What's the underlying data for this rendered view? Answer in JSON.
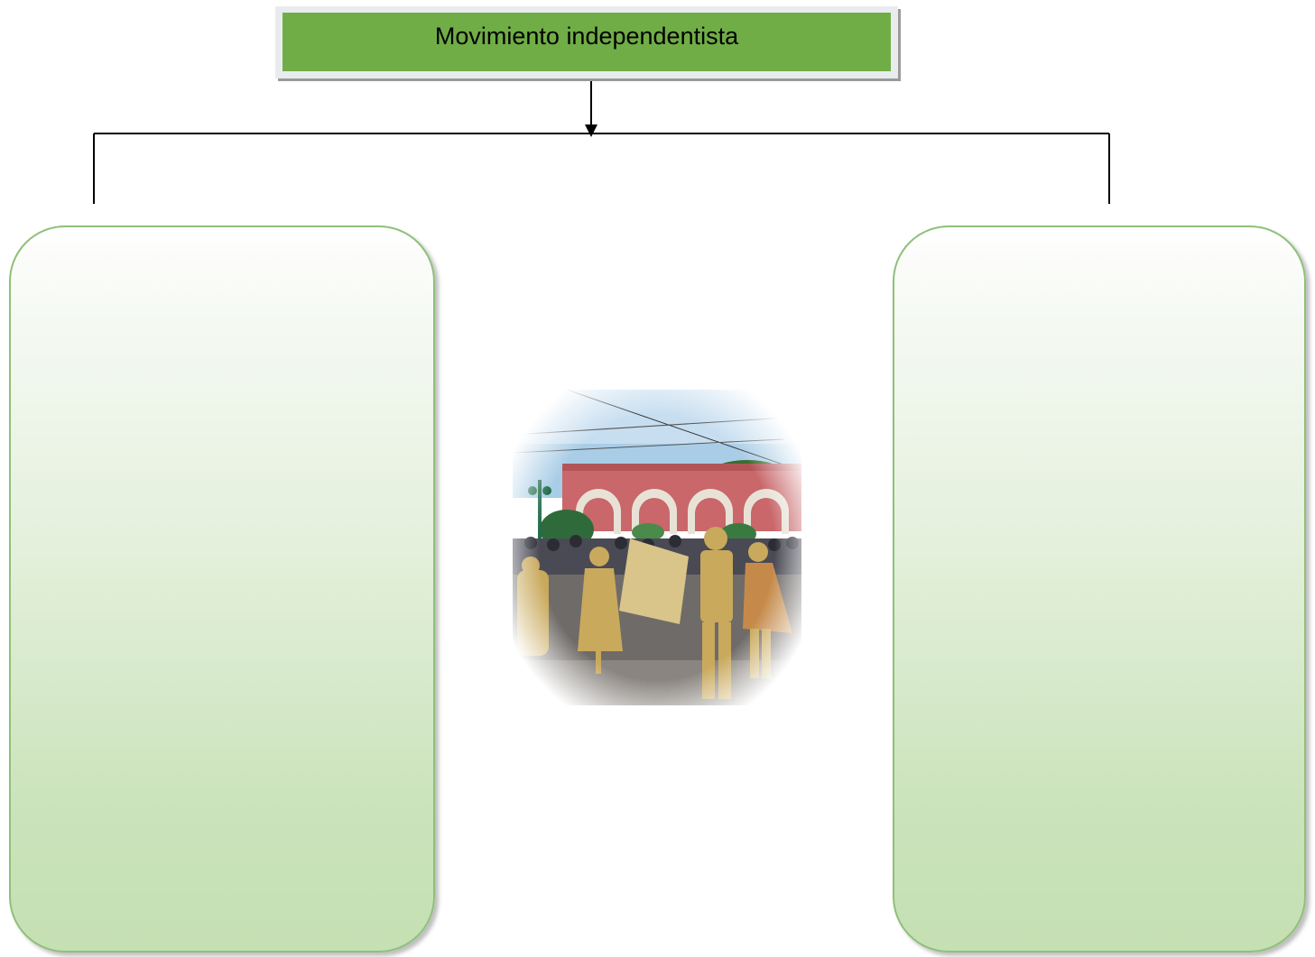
{
  "diagram": {
    "root": {
      "label": "Movimiento independentista"
    },
    "children": [
      {
        "id": "left-box",
        "label": ""
      },
      {
        "id": "right-box",
        "label": ""
      }
    ]
  },
  "photo": {
    "icon": "parade-photo-illustration"
  },
  "colors": {
    "title_fill": "#70ad47",
    "box_border": "#8fc07a",
    "box_fill_bottom": "#c5e0b3"
  }
}
